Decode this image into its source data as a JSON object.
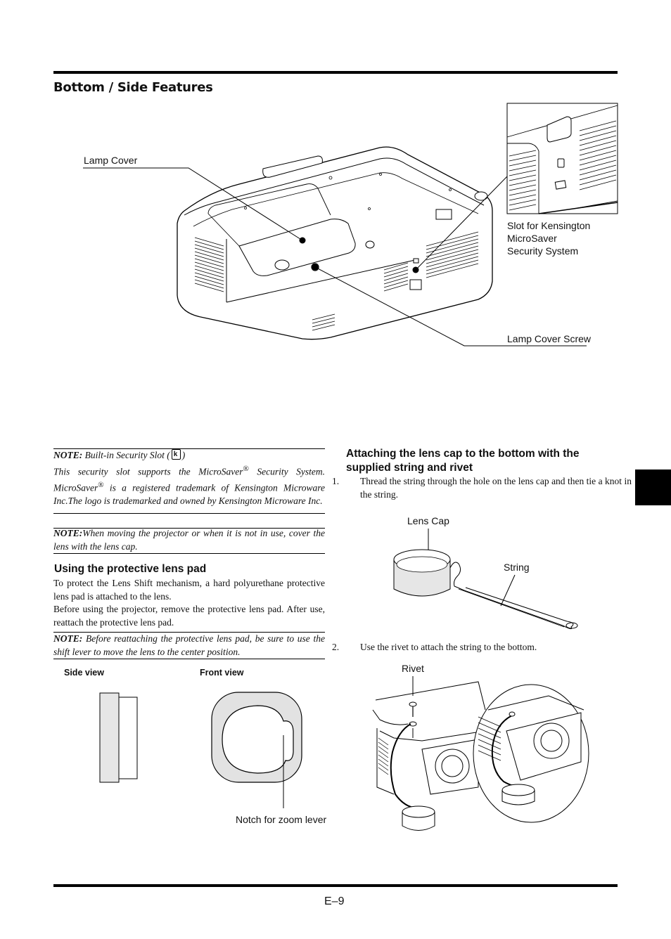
{
  "page": {
    "section_title": "Bottom / Side Features",
    "page_number": "E–9"
  },
  "diagram": {
    "lamp_cover": "Lamp Cover",
    "slot_label_1": "Slot for Kensington",
    "slot_label_2": "MicroSaver",
    "slot_label_3": "Security System",
    "lamp_cover_screw": "Lamp Cover Screw"
  },
  "note1": {
    "label": "NOTE:",
    "title_before": "Built-in Security Slot (",
    "title_after": ")",
    "line1_a": "This security slot supports the MicroSaver",
    "reg": "®",
    "line1_b": " Security System.",
    "line2_a": "MicroSaver",
    "line2_b": " is a registered trademark of Kensington Microware Inc.The logo is trademarked and owned by Kensington Microware Inc."
  },
  "note2": {
    "label": "NOTE:",
    "text": "When moving the projector or when it is not in use, cover the lens with the lens cap."
  },
  "lens_pad": {
    "heading": "Using the protective lens pad",
    "para1": "To protect the Lens Shift mechanism, a hard polyurethane protective lens pad is attached to the lens.",
    "para2": "Before using the projector, remove the protective lens pad. After use, reattach the protective lens pad.",
    "note_label": "NOTE:",
    "note_text": " Before reattaching the protective lens pad, be sure to use the shift lever to move the lens to the center position.",
    "side_view": "Side view",
    "front_view": "Front view",
    "notch_label": "Notch for zoom lever"
  },
  "lens_cap": {
    "heading": "Attaching the lens cap to the bottom with the supplied string and rivet",
    "step1_num": "1.",
    "step1": "Thread the string through the hole on the lens cap and then tie a knot in the string.",
    "lens_cap_label": "Lens Cap",
    "string_label": "String",
    "step2_num": "2.",
    "step2": "Use the rivet to attach the string to the bottom.",
    "rivet_label": "Rivet"
  }
}
